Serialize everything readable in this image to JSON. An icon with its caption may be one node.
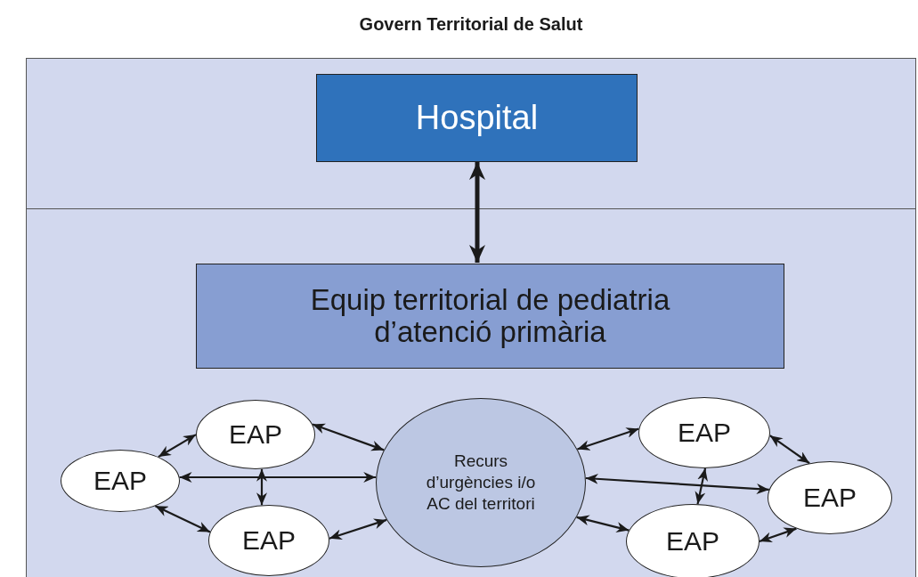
{
  "diagram": {
    "nodes": [
      {
        "text": [
          "Govern Territorial de Salut"
        ]
      },
      {
        "text": [
          "Hospital"
        ],
        "in": 0
      },
      {
        "text": [
          "Equip territorial de pediatria d’atenció primària"
        ],
        "in": 0
      },
      {
        "text": [
          "EAP"
        ],
        "in": 0
      },
      {
        "text": [
          "EAP"
        ],
        "in": 0
      },
      {
        "text": [
          "EAP"
        ],
        "in": 0
      },
      {
        "text": [
          "Recurs d’urgències i/o AC del territori"
        ],
        "in": 0
      },
      {
        "text": [
          "EAP"
        ],
        "in": 0
      },
      {
        "text": [
          "EAP"
        ],
        "in": 0
      },
      {
        "text": [
          "EAP"
        ],
        "in": 0
      }
    ],
    "edges": [
      {
        "from": 1,
        "to": 2,
        "arrow": "both",
        "style": "thick"
      },
      {
        "from": 3,
        "to": 4,
        "arrow": "both"
      },
      {
        "from": 3,
        "to": 5,
        "arrow": "both"
      },
      {
        "from": 4,
        "to": 6,
        "arrow": "both"
      },
      {
        "from": 3,
        "to": 6,
        "arrow": "both"
      },
      {
        "from": 5,
        "to": 6,
        "arrow": "both"
      },
      {
        "from": 4,
        "to": 5,
        "arrow": "both"
      },
      {
        "from": 6,
        "to": 7,
        "arrow": "both"
      },
      {
        "from": 6,
        "to": 8,
        "arrow": "both"
      },
      {
        "from": 6,
        "to": 9,
        "arrow": "both"
      },
      {
        "from": 7,
        "to": 8,
        "arrow": "both"
      },
      {
        "from": 7,
        "to": 9,
        "arrow": "both"
      },
      {
        "from": 8,
        "to": 9,
        "arrow": "both"
      }
    ]
  }
}
